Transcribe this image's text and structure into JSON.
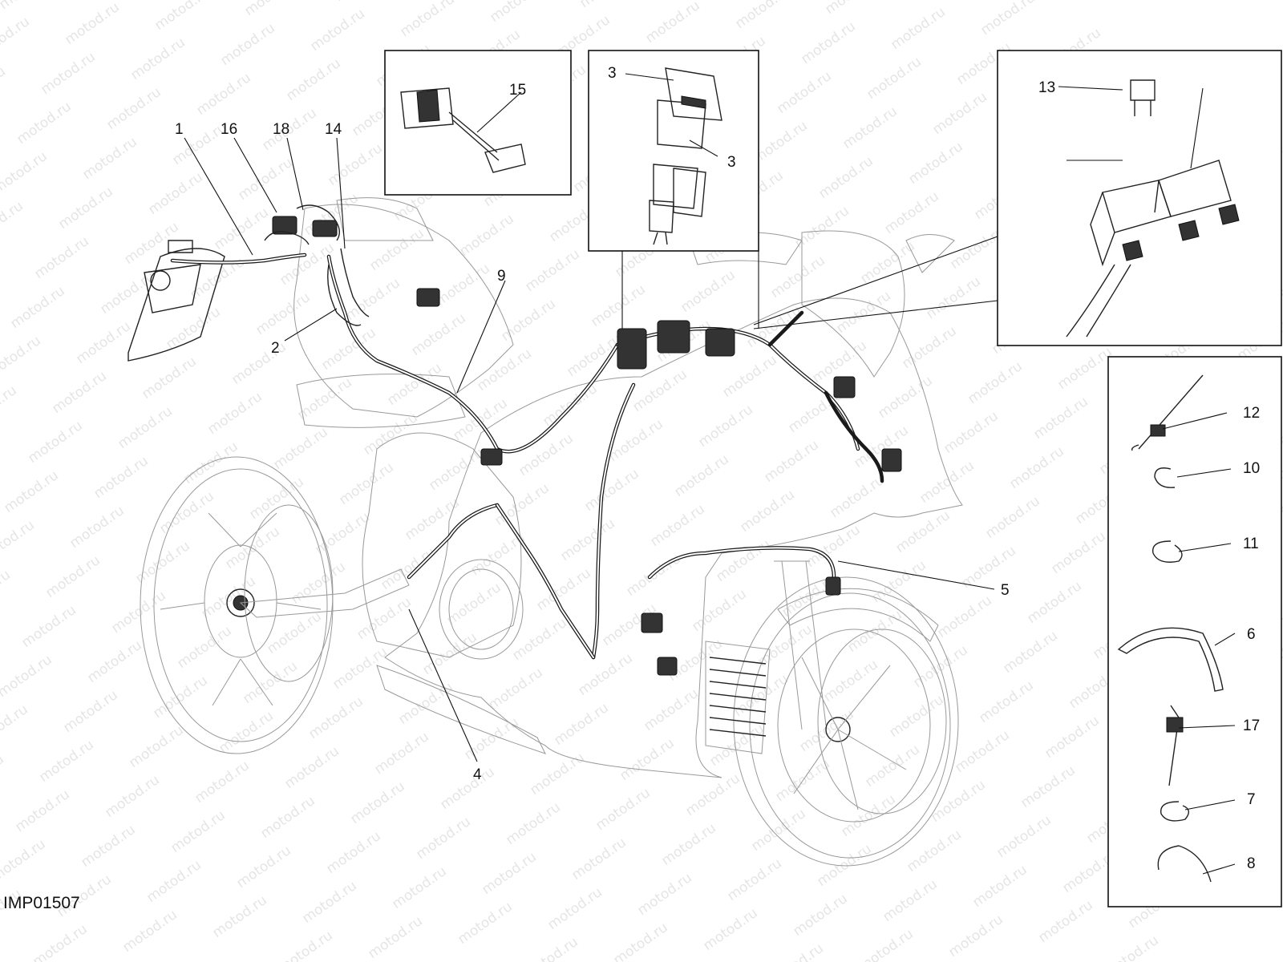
{
  "drawing_code": "IMP01507",
  "watermark_text": "motod.ru",
  "callouts": {
    "c1": "1",
    "c2": "2",
    "c3a": "3",
    "c3b": "3",
    "c4": "4",
    "c5": "5",
    "c6": "6",
    "c7": "7",
    "c8": "8",
    "c9": "9",
    "c10": "10",
    "c11": "11",
    "c12": "12",
    "c13": "13",
    "c14": "14",
    "c15": "15",
    "c16": "16",
    "c17": "17",
    "c18": "18"
  },
  "icons": [
    "motorcycle-outline",
    "wiring-harness",
    "fuse-box",
    "relay",
    "cable-tie",
    "cable-clip"
  ]
}
